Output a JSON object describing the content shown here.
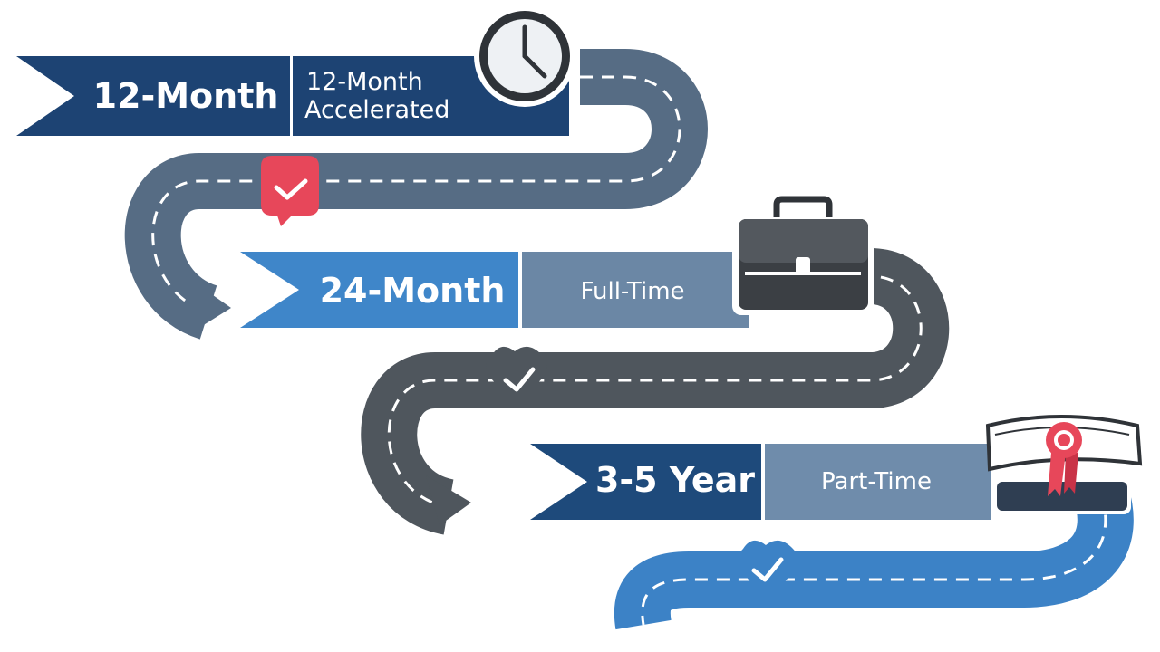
{
  "tracks": [
    {
      "duration": "12-Month",
      "program_line1": "12-Month",
      "program_line2": "Accelerated",
      "icon": "clock-icon",
      "color": "#1d4373",
      "program_color": "#1d4373"
    },
    {
      "duration": "24-Month",
      "program": "Full-Time",
      "icon": "briefcase-icon",
      "color": "#3f86c9",
      "program_color": "#6b87a5"
    },
    {
      "duration": "3-5 Year",
      "program": "Part-Time",
      "icon": "diploma-icon",
      "color": "#1e4a7b",
      "program_color": "#6f8cab"
    }
  ],
  "colors": {
    "road_dark": "#4f565d",
    "road_slate": "#566c84",
    "road_blue": "#3c82c6",
    "marker_red": "#e7475a",
    "marker_gray": "#4f565d",
    "marker_blue": "#3c82c6"
  }
}
